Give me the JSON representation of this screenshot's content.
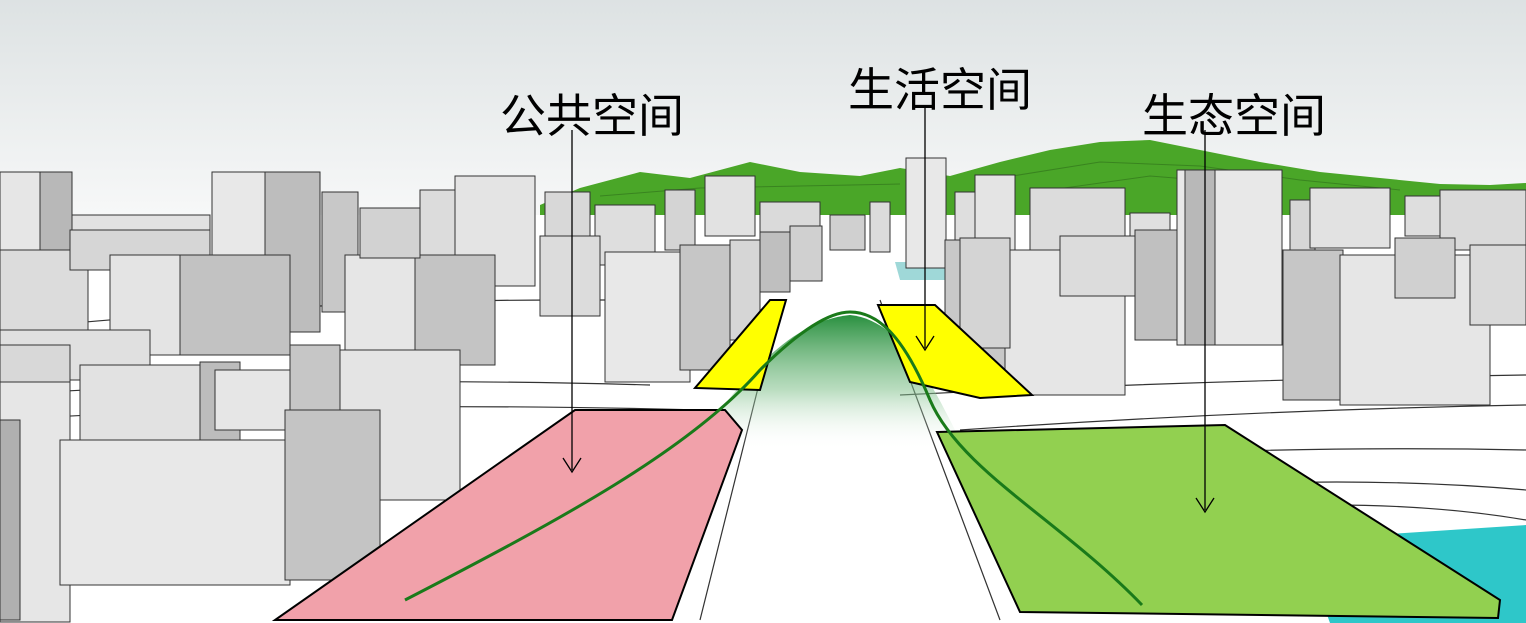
{
  "labels": {
    "public_space": "公共空间",
    "living_space": "生活空间",
    "ecological_space": "生态空间"
  },
  "colors": {
    "public_zone": "#f1a1aa",
    "living_zone": "#ffff00",
    "ecological_zone": "#92d050",
    "mountains": "#4aa628",
    "water": "#2ec7c9",
    "curve": "#1a7a1a",
    "building_light": "#e6e6e6",
    "building_shade": "#bdbdbd"
  }
}
